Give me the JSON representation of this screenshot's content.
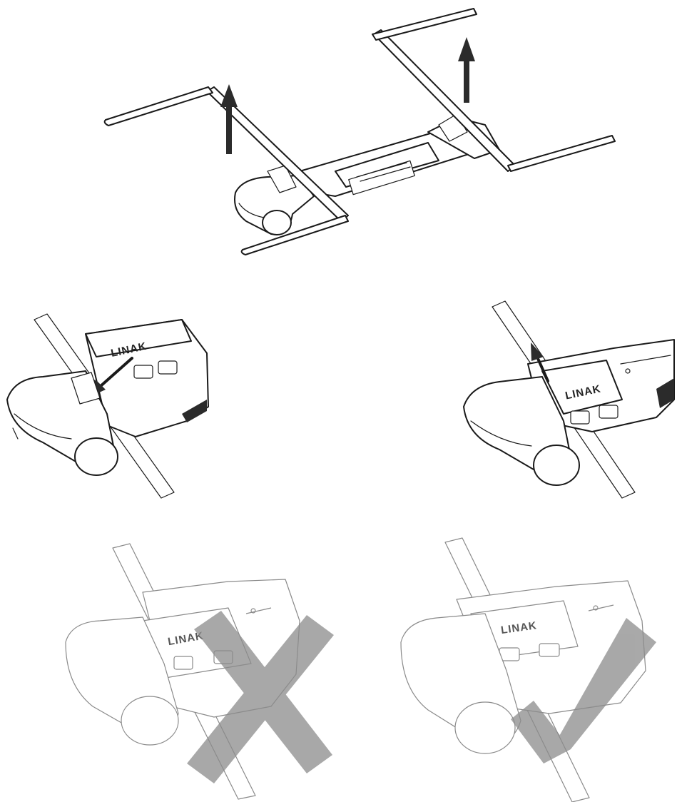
{
  "figure": {
    "brand_label": "LINAK",
    "steps": [
      {
        "name": "lift-frame",
        "indicator": "up-arrows"
      },
      {
        "name": "insert-rod",
        "indicator": "arrow"
      },
      {
        "name": "lock-rod",
        "indicator": "arrow"
      },
      {
        "name": "wrong-placement",
        "indicator": "cross-mark",
        "color": "#8c8c8c"
      },
      {
        "name": "correct-placement",
        "indicator": "check-mark",
        "color": "#8c8c8c"
      }
    ]
  }
}
